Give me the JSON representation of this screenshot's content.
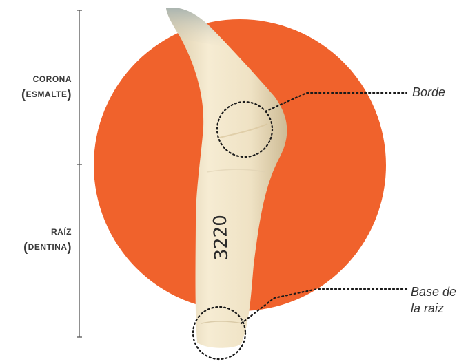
{
  "labels": {
    "crown_title": "CORONA",
    "crown_sub": "ESMALTE",
    "root_title": "RAÍZ",
    "root_sub": "DENTINA",
    "edge_label": "Borde",
    "root_base_line1": "Base de",
    "root_base_line2": "la raiz",
    "specimen_number": "3220"
  },
  "colors": {
    "accent_circle": "#f0622c",
    "tooth": "#efe2c4",
    "axis_line": "#555555",
    "text": "#333333"
  },
  "icons": {
    "tooth": "tooth-specimen",
    "edge_marker": "dotted-circle",
    "base_marker": "dotted-circle"
  }
}
